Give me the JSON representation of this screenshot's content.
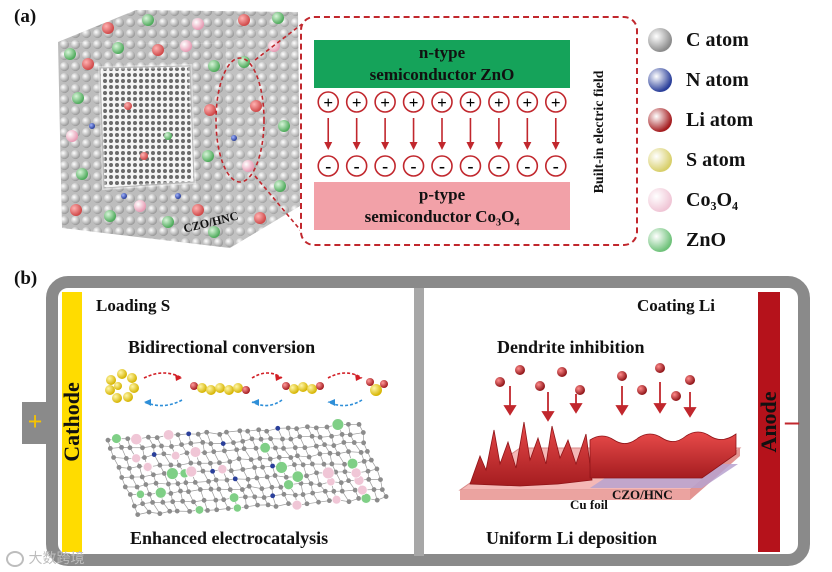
{
  "panel_a": {
    "label": "(a)",
    "structure_label": "CZO/HNC",
    "junction": {
      "n_type_line1": "n-type",
      "n_type_line2": "semiconductor ZnO",
      "p_type_line1": "p-type",
      "p_type_line2": "semiconductor Co₃O₄",
      "field_label": "Built-in electric field",
      "plus_symbol": "+",
      "minus_symbol": "-",
      "charge_count": 9
    },
    "legend": [
      {
        "label": "C atom",
        "color": "#8c8c8c"
      },
      {
        "label": "N atom",
        "color": "#2a3f9a"
      },
      {
        "label": "Li atom",
        "color": "#a51d20"
      },
      {
        "label": "S atom",
        "color": "#d8cf6a"
      },
      {
        "label": "Co₃O₄",
        "color": "#f0c6d6"
      },
      {
        "label": "ZnO",
        "color": "#6fc27a"
      }
    ]
  },
  "panel_b": {
    "label": "(b)",
    "cathode": {
      "label": "Cathode",
      "terminal": "+",
      "title": "Loading S",
      "subtitle": "Bidirectional conversion",
      "caption": "Enhanced electrocatalysis"
    },
    "anode": {
      "label": "Anode",
      "terminal": "–",
      "title": "Coating Li",
      "subtitle": "Dendrite inhibition",
      "caption": "Uniform Li deposition",
      "cu_foil_label": "Cu foil",
      "coating_label": "CZO/HNC"
    }
  },
  "watermark": "大数跨境"
}
